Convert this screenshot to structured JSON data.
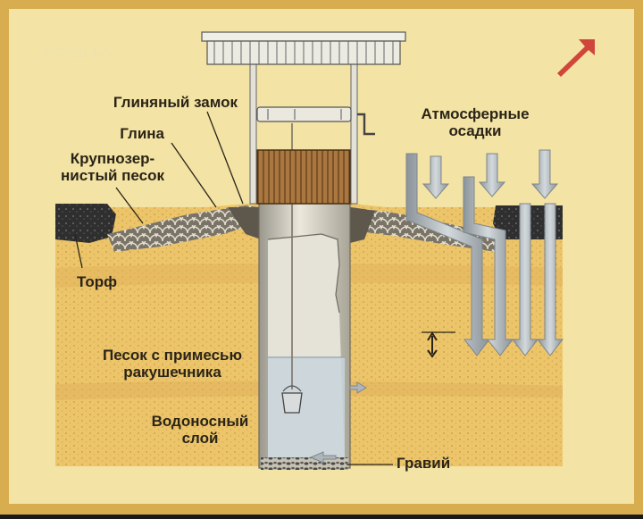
{
  "watermark": "УСАДЬБА",
  "labels": {
    "clay_lock": "Глиняный замок",
    "clay": "Глина",
    "coarse_sand": "Крупнозер-\nнистый песок",
    "peat": "Торф",
    "shell_sand": "Песок с примесью\nракушечника",
    "aquifer": "Водоносный\nслой",
    "gravel": "Гравий",
    "precipitation": "Атмосферные\nосадки"
  },
  "colors": {
    "background": "#f3e3a4",
    "frame": "#d8ad4f",
    "sand": "#ecc56a",
    "peat": "#333333",
    "shaft": "#d9d6c8",
    "water": "#c9d5dc",
    "arrow": "#aeb6bc",
    "accent_arrow": "#d0463a"
  },
  "icons": [
    "corner-arrow-icon",
    "bucket-icon",
    "windlass-icon",
    "canopy-icon",
    "rain-arrow-icon",
    "water-level-arrow-icon"
  ]
}
